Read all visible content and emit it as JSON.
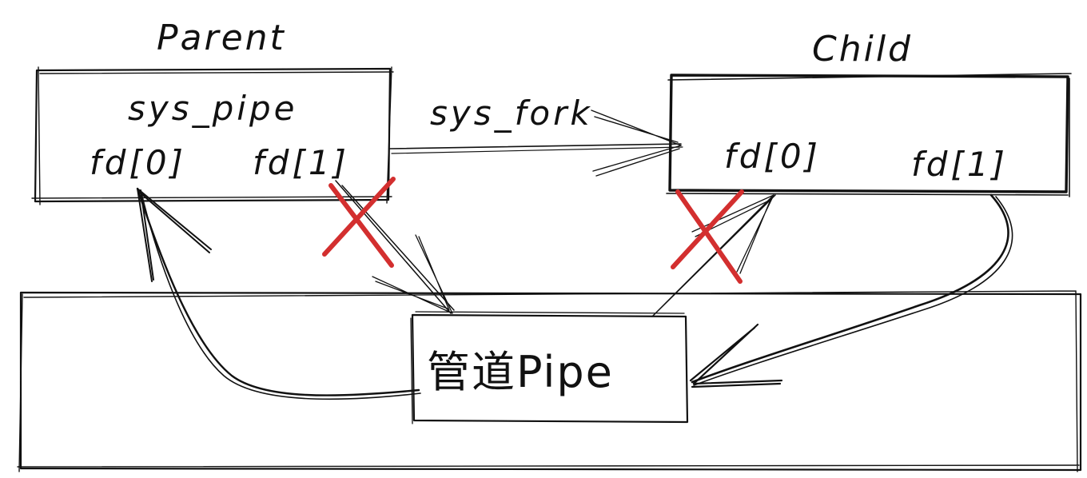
{
  "parent": {
    "title": "Parent",
    "call": "sys_pipe",
    "fd0": "fd[0]",
    "fd1": "fd[1]"
  },
  "fork_label": "sys_fork",
  "child": {
    "title": "Child",
    "fd0": "fd[0]",
    "fd1": "fd[1]"
  },
  "pipe": {
    "label": "管道Pipe"
  },
  "colors": {
    "ink": "#111111",
    "cross": "#d32f2f"
  }
}
